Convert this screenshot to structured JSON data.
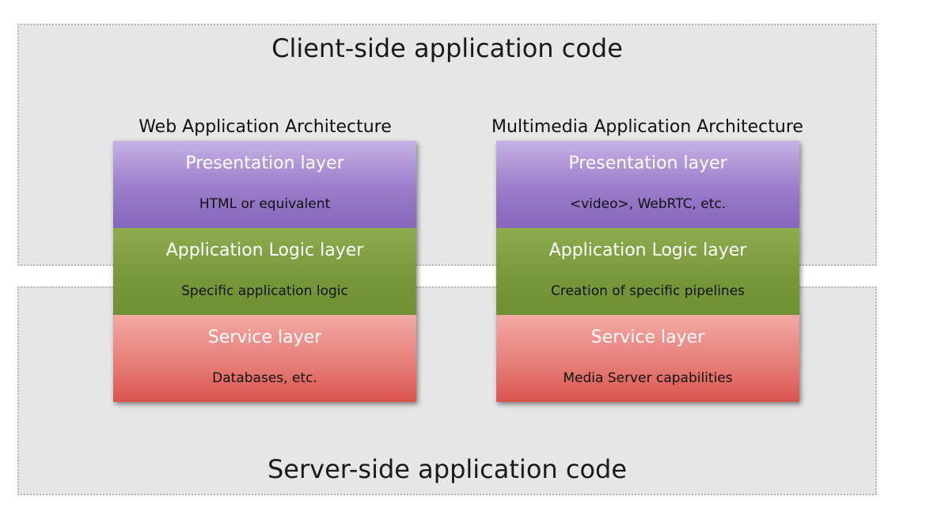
{
  "client_region": {
    "title": "Client-side application code"
  },
  "server_region": {
    "title": "Server-side application code"
  },
  "web_architecture": {
    "title": "Web Application Architecture",
    "layers": [
      {
        "title": "Presentation layer",
        "detail": "HTML or equivalent"
      },
      {
        "title": "Application Logic layer",
        "detail": "Specific application logic"
      },
      {
        "title": "Service layer",
        "detail": "Databases, etc."
      }
    ]
  },
  "multimedia_architecture": {
    "title": "Multimedia Application Architecture",
    "layers": [
      {
        "title": "Presentation layer",
        "detail": "<video>, WebRTC, etc."
      },
      {
        "title": "Application Logic layer",
        "detail": "Creation of specific pipelines"
      },
      {
        "title": "Service layer",
        "detail": "Media Server capabilities"
      }
    ]
  },
  "colors": {
    "presentation": "#9a7cc9",
    "logic": "#76973a",
    "service": "#e77f79",
    "region_background": "#e6e6e6"
  }
}
